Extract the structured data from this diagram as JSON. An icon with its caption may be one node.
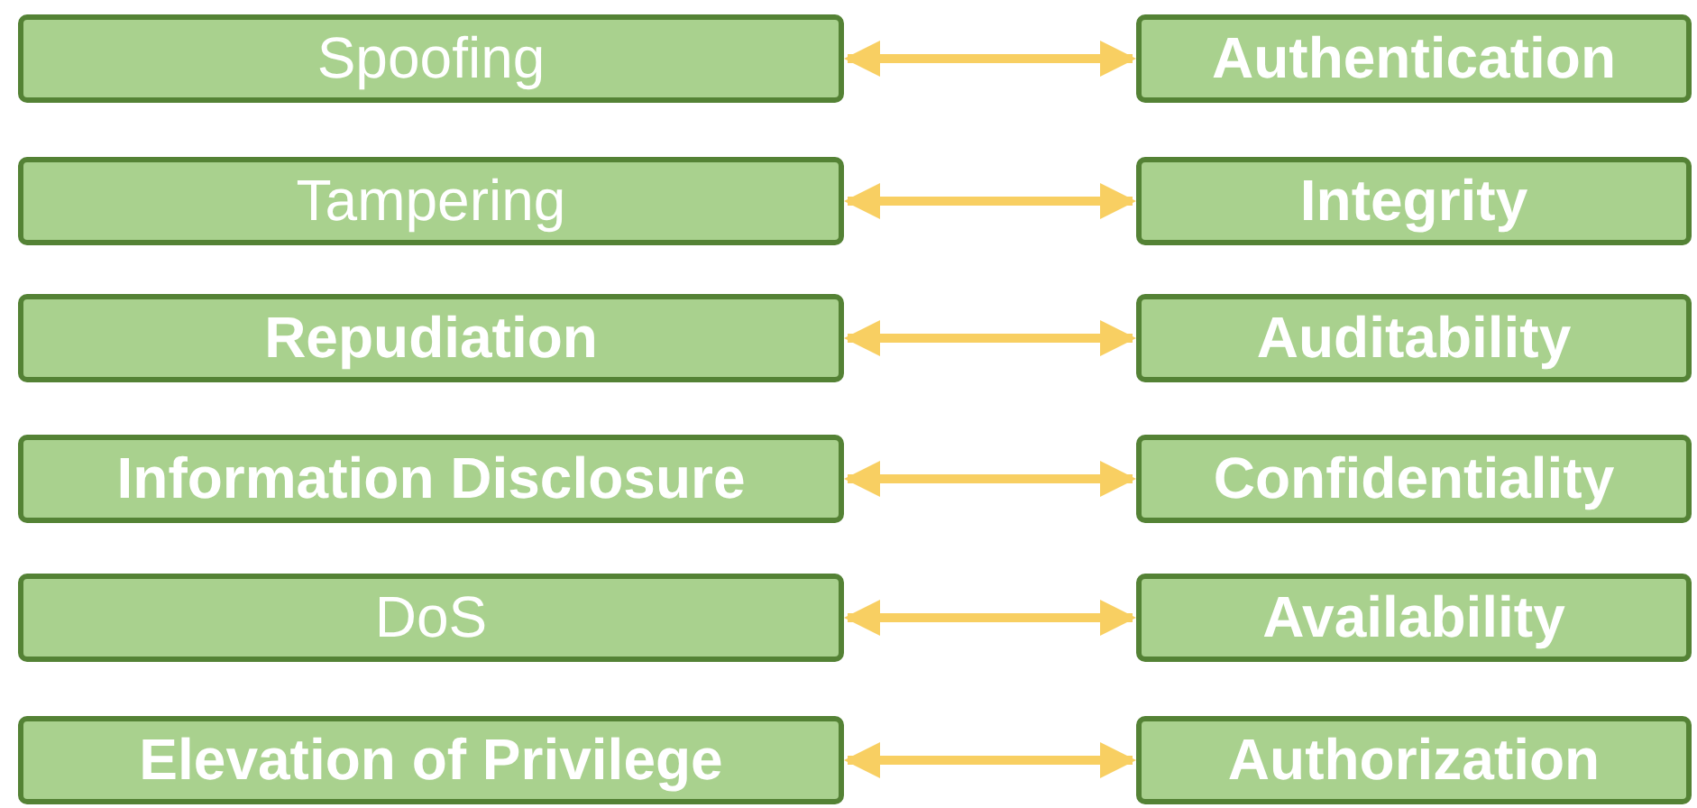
{
  "diagram": {
    "nodes": [
      {
        "text": [
          "Spoofing"
        ]
      },
      {
        "text": [
          "Authentication"
        ]
      },
      {
        "text": [
          "Tampering"
        ]
      },
      {
        "text": [
          "Integrity"
        ]
      },
      {
        "text": [
          "Repudiation"
        ]
      },
      {
        "text": [
          "Auditability"
        ]
      },
      {
        "text": [
          "Information Disclosure"
        ]
      },
      {
        "text": [
          "Confidentiality"
        ]
      },
      {
        "text": [
          "DoS"
        ]
      },
      {
        "text": [
          "Availability"
        ]
      },
      {
        "text": [
          "Elevation of Privilege"
        ]
      },
      {
        "text": [
          "Authorization"
        ]
      }
    ],
    "edges": [
      {
        "from": 0,
        "to": 1,
        "arrow": "both"
      },
      {
        "from": 2,
        "to": 3,
        "arrow": "both"
      },
      {
        "from": 4,
        "to": 5,
        "arrow": "both"
      },
      {
        "from": 6,
        "to": 7,
        "arrow": "both"
      },
      {
        "from": 8,
        "to": 9,
        "arrow": "both"
      },
      {
        "from": 10,
        "to": 11,
        "arrow": "both"
      }
    ]
  }
}
